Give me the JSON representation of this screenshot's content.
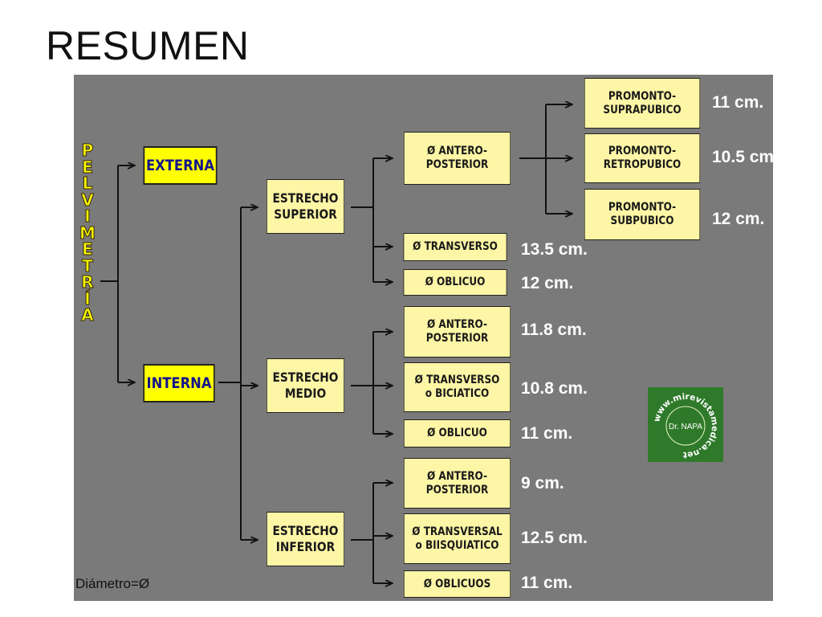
{
  "slide": {
    "title": "RESUMEN"
  },
  "diagram": {
    "vertical_title": [
      "P",
      "E",
      "L",
      "V",
      "I",
      "M",
      "E",
      "T",
      "R",
      "Í",
      "A"
    ],
    "externa": "EXTERNA",
    "interna": "INTERNA",
    "estrechos": {
      "superior": [
        "ESTRECHO",
        "SUPERIOR"
      ],
      "medio": [
        "ESTRECHO",
        "MEDIO"
      ],
      "inferior": [
        "ESTRECHO",
        "INFERIOR"
      ]
    },
    "superior_items": {
      "antero": [
        "Ø ANTERO-",
        "POSTERIOR"
      ],
      "transverso": "Ø TRANSVERSO",
      "transverso_value": "13.5 cm.",
      "oblicuo": "Ø OBLICUO",
      "oblicuo_value": "12 cm."
    },
    "promonto": [
      {
        "lines": [
          "PROMONTO-",
          "SUPRAPUBICO"
        ],
        "value": "11 cm."
      },
      {
        "lines": [
          "PROMONTO-",
          "RETROPUBICO"
        ],
        "value": "10.5 cm"
      },
      {
        "lines": [
          "PROMONTO-",
          "SUBPUBICO"
        ],
        "value": "12 cm."
      }
    ],
    "medio_items": [
      {
        "lines": [
          "Ø ANTERO-",
          "POSTERIOR"
        ],
        "value": "11.8 cm."
      },
      {
        "lines": [
          "Ø TRANSVERSO",
          "o BICIATICO"
        ],
        "value": "10.8 cm."
      },
      {
        "lines": [
          "Ø OBLICUO"
        ],
        "value": "11 cm."
      }
    ],
    "inferior_items": [
      {
        "lines": [
          "Ø ANTERO-",
          "POSTERIOR"
        ],
        "value": "9 cm."
      },
      {
        "lines": [
          "Ø TRANSVERSAL",
          "o BIISQUIATICO"
        ],
        "value": "12.5 cm."
      },
      {
        "lines": [
          "Ø OBLICUOS"
        ],
        "value": "11 cm."
      }
    ],
    "legend": "Diámetro=Ø",
    "logo": {
      "text_top": "www.mirevistamedica.net",
      "text_center": "Dr. NAPA",
      "background_color": "#2f7a2a"
    },
    "colors": {
      "panel": "#7a7a7a",
      "main_box": "#ffff00",
      "sub_box": "#fdf6a6",
      "value_text": "#ffffff",
      "main_text": "#14148c"
    }
  }
}
